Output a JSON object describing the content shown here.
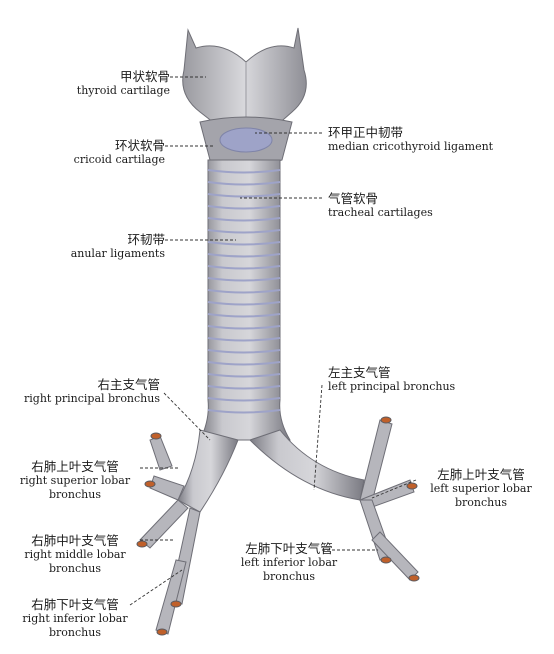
{
  "labels": {
    "thyroid": {
      "zh": "甲状软骨",
      "en": "thyroid cartilage"
    },
    "cricoid": {
      "zh": "环状软骨",
      "en": "cricoid cartilage"
    },
    "cricothyroid": {
      "zh": "环甲正中韧带",
      "en": "median cricothyroid ligament"
    },
    "tracheal": {
      "zh": "气管软骨",
      "en": "tracheal cartilages"
    },
    "anular": {
      "zh": "环韧带",
      "en": "anular ligaments"
    },
    "left_principal": {
      "zh": "左主支气管",
      "en": "left principal bronchus"
    },
    "right_principal": {
      "zh": "右主支气管",
      "en": "right principal bronchus"
    },
    "right_superior": {
      "zh": "右肺上叶支气管",
      "en1": "right superior lobar",
      "en2": "bronchus"
    },
    "left_superior": {
      "zh": "左肺上叶支气管",
      "en1": "left superior lobar",
      "en2": "bronchus"
    },
    "right_middle": {
      "zh": "右肺中叶支气管",
      "en1": "right middle lobar",
      "en2": "bronchus"
    },
    "left_inferior": {
      "zh": "左肺下叶支气管",
      "en1": "left inferior lobar",
      "en2": "bronchus"
    },
    "right_inferior": {
      "zh": "右肺下叶支气管",
      "en1": "right inferior lobar",
      "en2": "bronchus"
    }
  },
  "colors": {
    "cartilage": "#bfbfc4",
    "cartilage_dark": "#8e8e96",
    "ligament": "#9ea3c8",
    "bronchus_tip": "#c0602a",
    "leader": "#333333"
  }
}
